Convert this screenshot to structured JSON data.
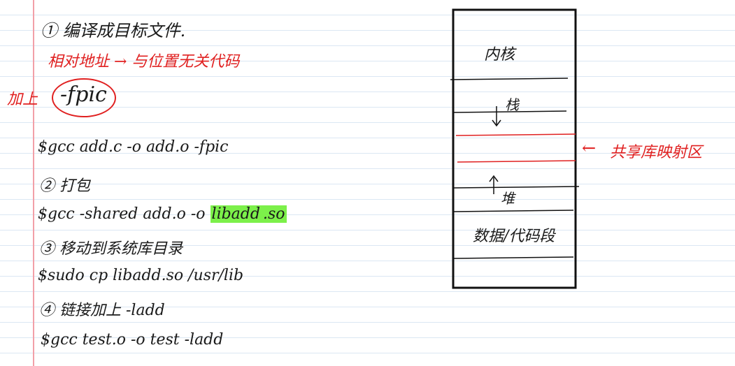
{
  "notes": {
    "step1": "① 编译成目标文件.",
    "step1_note": "相对地址 → 与位置无关代码",
    "add_label": "加上",
    "fpic_flag": "-fpic",
    "cmd1": "$gcc add.c -o add.o -fpic",
    "step2": "② 打包",
    "cmd2_prefix": "$gcc -shared add.o -o ",
    "cmd2_lib": "libadd",
    "cmd2_ext": ".so",
    "step3": "③ 移动到系统库目录",
    "cmd3": "$sudo cp libadd.so /usr/lib",
    "step4": "④ 链接加上 -ladd",
    "cmd4": "$gcc test.o -o test -ladd"
  },
  "memory_diagram": {
    "kernel": "内核",
    "stack": "栈",
    "shared_region_arrow": "←",
    "shared_region": "共享库映射区",
    "heap": "堆",
    "data_code": "数据/代码段"
  },
  "colors": {
    "ink": "#1a1a1a",
    "red_ink": "#e02020",
    "highlight": "#7cf04a",
    "page_rule": "#dbe7f3",
    "margin": "#f2a0a8"
  }
}
